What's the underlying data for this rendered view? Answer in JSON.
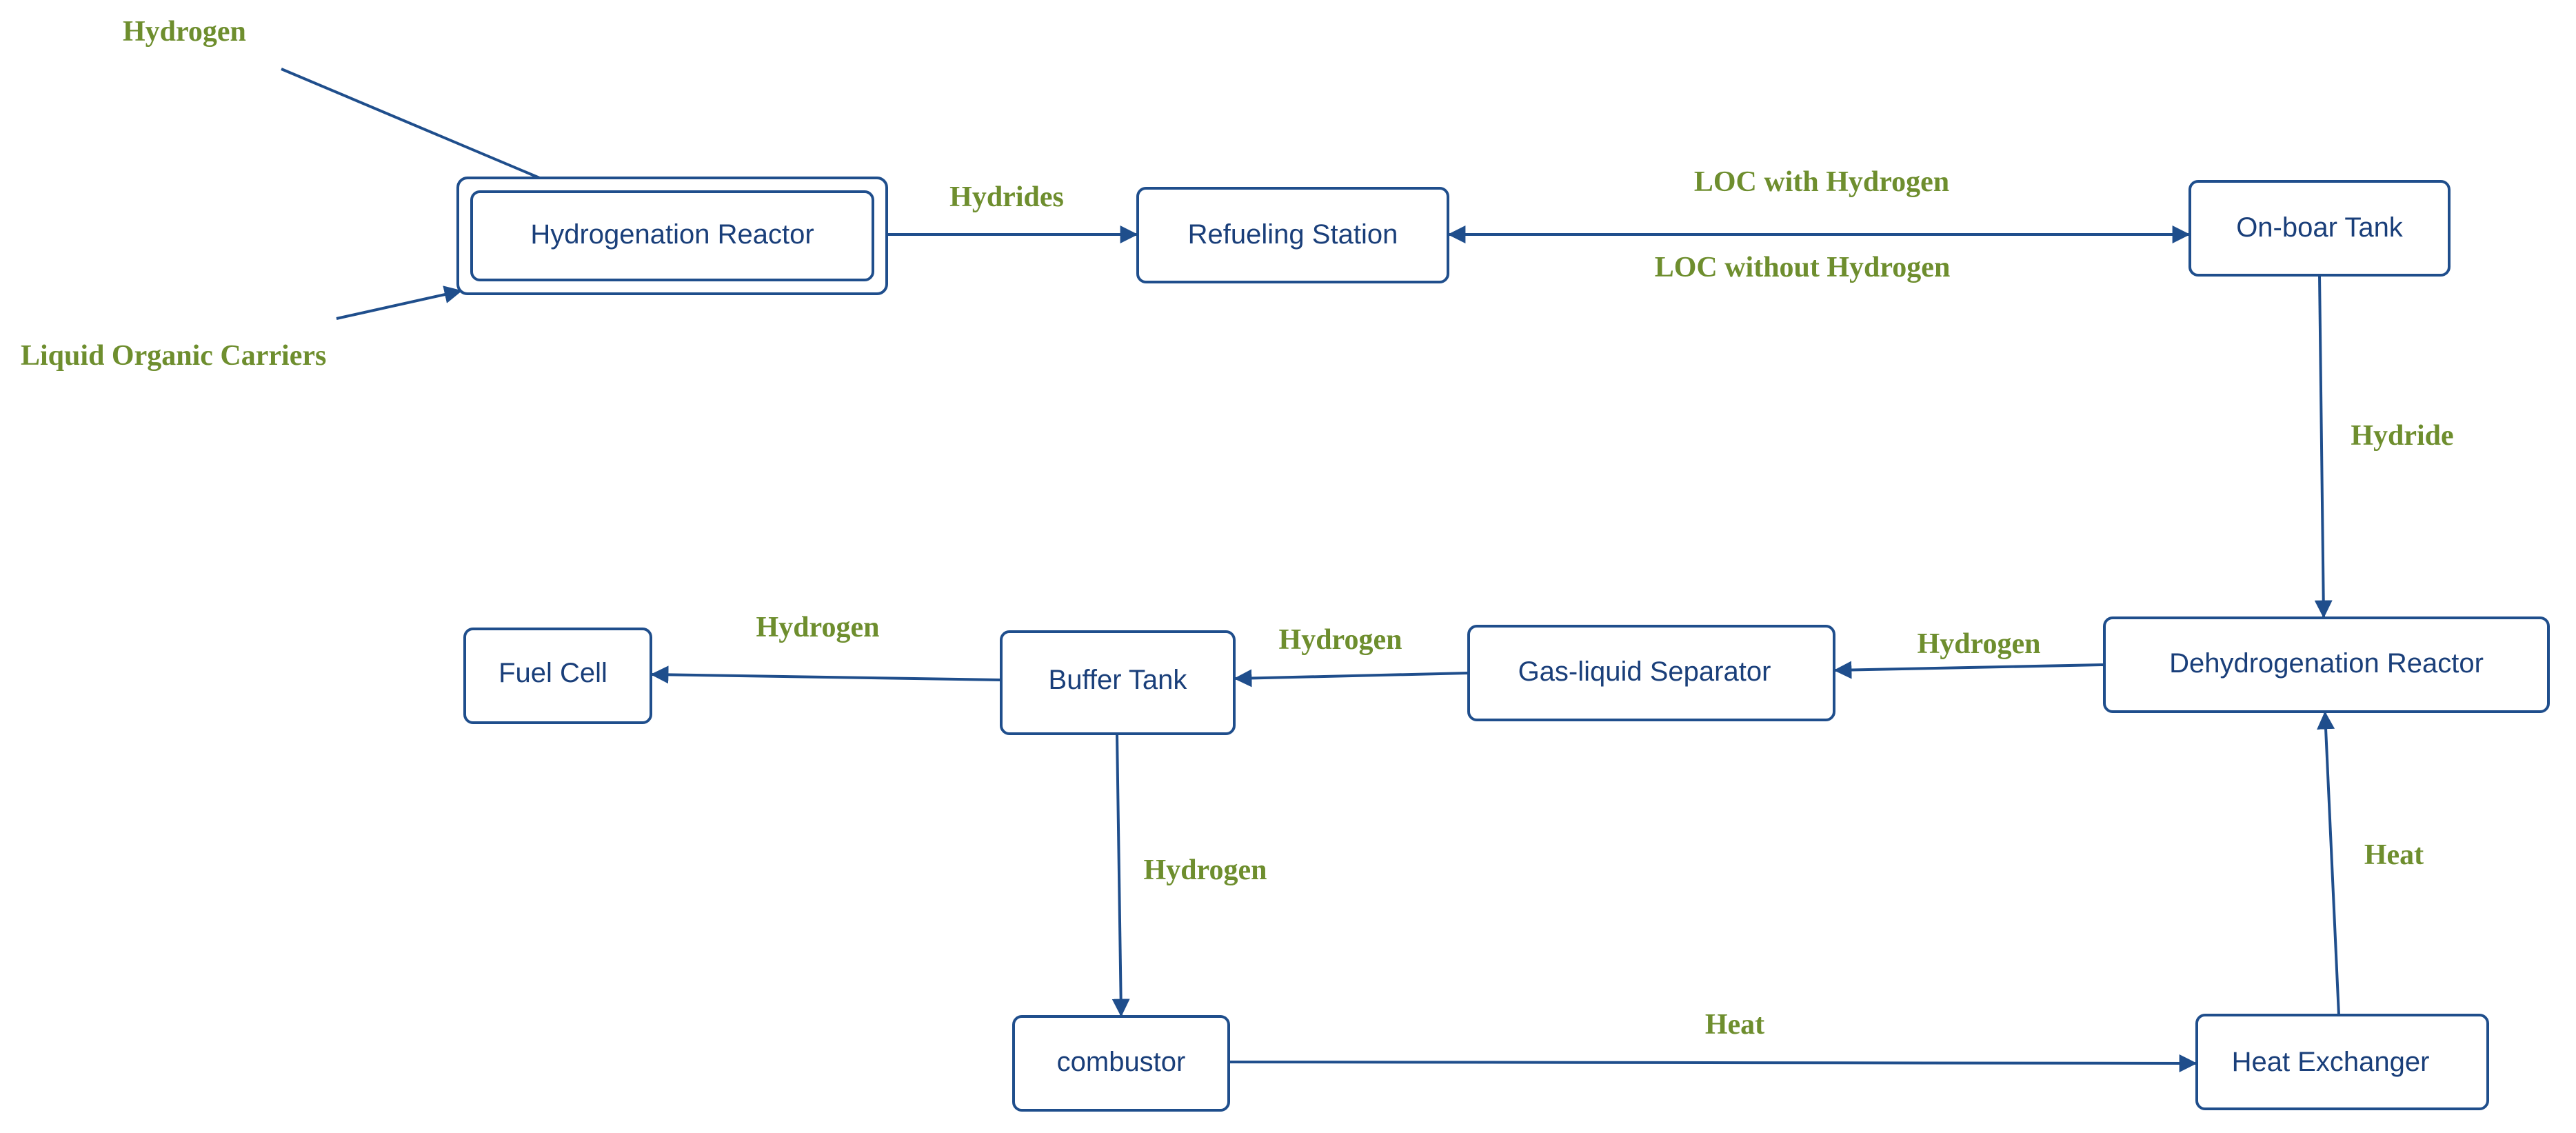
{
  "nodes": {
    "hydrogenation_reactor": "Hydrogenation Reactor",
    "refueling_station": "Refueling Station",
    "onboard_tank": "On-boar Tank",
    "dehydrogenation_reactor": "Dehydrogenation Reactor",
    "gas_liquid_separator": "Gas-liquid Separator",
    "buffer_tank": "Buffer Tank",
    "fuel_cell": "Fuel Cell",
    "combustor": "combustor",
    "heat_exchanger": "Heat Exchanger"
  },
  "inputs": {
    "hydrogen": "Hydrogen",
    "liquid_organic_carriers": "Liquid Organic Carriers"
  },
  "edges": {
    "hydrides": "Hydrides",
    "loc_with_hydrogen": "LOC with Hydrogen",
    "loc_without_hydrogen": "LOC without Hydrogen",
    "hydride": "Hydride",
    "hydrogen_dehydro_to_separator": "Hydrogen",
    "hydrogen_separator_to_buffer": "Hydrogen",
    "hydrogen_buffer_to_fuelcell": "Hydrogen",
    "hydrogen_buffer_to_combustor": "Hydrogen",
    "heat_combustor_to_exchanger": "Heat",
    "heat_exchanger_to_dehydro": "Heat"
  },
  "colors": {
    "line": "#1f4e8c",
    "node_text": "#1a3f7a",
    "label_text": "#6e8e2e"
  }
}
